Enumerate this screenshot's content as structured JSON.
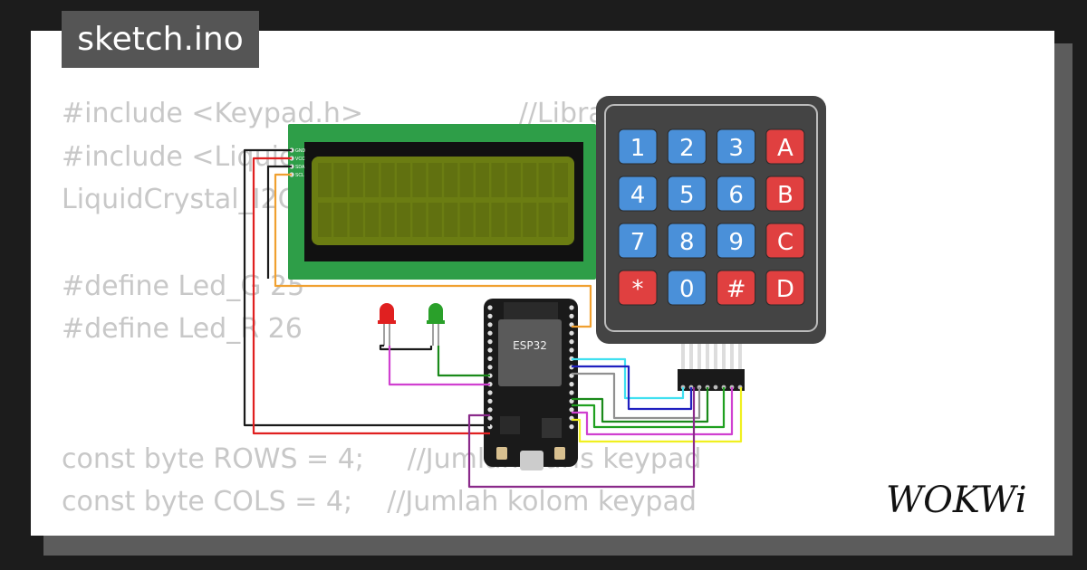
{
  "file_label": "sketch.ino",
  "code_lines": [
    "#include <Keypad.h>                  //Library",
    "#include <LiquidCrystal_I2C.h>",
    "LiquidCrystal_I2C lcd(0x27, 16, 2);",
    "",
    "#define Led_G 25",
    "#define Led_R 26",
    "",
    "",
    "const byte ROWS = 4;     //Jumlah baris keypad",
    "const byte COLS = 4;    //Jumlah kolom keypad"
  ],
  "lcd": {
    "pins": [
      "GND",
      "VCC",
      "SDA",
      "SCL"
    ],
    "color": "#2e9e48",
    "screen_color": "#6b7d12"
  },
  "board": {
    "chip_label": "ESP32"
  },
  "leds": [
    {
      "name": "red",
      "color": "#e02020"
    },
    {
      "name": "green",
      "color": "#2aa02a"
    }
  ],
  "keypad": {
    "rows": [
      [
        {
          "label": "1",
          "kind": "num"
        },
        {
          "label": "2",
          "kind": "num"
        },
        {
          "label": "3",
          "kind": "num"
        },
        {
          "label": "A",
          "kind": "letter"
        }
      ],
      [
        {
          "label": "4",
          "kind": "num"
        },
        {
          "label": "5",
          "kind": "num"
        },
        {
          "label": "6",
          "kind": "num"
        },
        {
          "label": "B",
          "kind": "letter"
        }
      ],
      [
        {
          "label": "7",
          "kind": "num"
        },
        {
          "label": "8",
          "kind": "num"
        },
        {
          "label": "9",
          "kind": "num"
        },
        {
          "label": "C",
          "kind": "letter"
        }
      ],
      [
        {
          "label": "*",
          "kind": "letter"
        },
        {
          "label": "0",
          "kind": "num"
        },
        {
          "label": "#",
          "kind": "letter"
        },
        {
          "label": "D",
          "kind": "letter"
        }
      ]
    ],
    "num_color": "#4a90d9",
    "letter_color": "#e04040"
  },
  "wire_colors": [
    "#1a1a1a",
    "#e02020",
    "#f0a030",
    "#d040d0",
    "#1a8a1a",
    "#40e0f0",
    "#2020c0",
    "#909090",
    "#20a020",
    "#f0f020",
    "#8a2a8a"
  ],
  "brand": "WOKWi"
}
